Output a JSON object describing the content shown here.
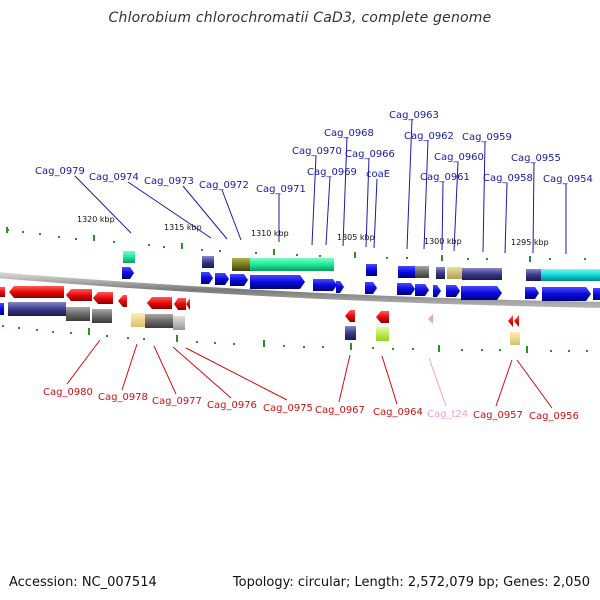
{
  "title": "Chlorobium chlorochromatii CaD3, complete genome",
  "footer": {
    "accession": "Accession: NC_007514",
    "summary": "Topology: circular; Length: 2,572,079 bp; Genes: 2,050"
  },
  "colors": {
    "forward_label": "#1a1aa8",
    "reverse_label": "#cc1111",
    "trna_label": "#f0a0c8",
    "backbone": "#8a8a8a",
    "tick": "#2e8b2e",
    "cds_forward": "#1010e0",
    "cds_reverse": "#ee1010"
  },
  "scale": {
    "kbp_labels": [
      "1320 kbp",
      "1315 kbp",
      "1310 kbp",
      "1305 kbp",
      "1300 kbp",
      "1295 kbp"
    ]
  },
  "forward_labels": [
    "Cag_0979",
    "Cag_0974",
    "Cag_0973",
    "Cag_0972",
    "Cag_0971",
    "Cag_0970",
    "Cag_0969",
    "Cag_0968",
    "Cag_0966",
    "coaE",
    "Cag_0963",
    "Cag_0962",
    "Cag_0961",
    "Cag_0960",
    "Cag_0959",
    "Cag_0958",
    "Cag_0955",
    "Cag_0954"
  ],
  "reverse_labels": [
    "Cag_0980",
    "Cag_0978",
    "Cag_0977",
    "Cag_0976",
    "Cag_0975",
    "Cag_0967",
    "Cag_0964",
    "Cag_t24",
    "Cag_0957",
    "Cag_0956"
  ]
}
